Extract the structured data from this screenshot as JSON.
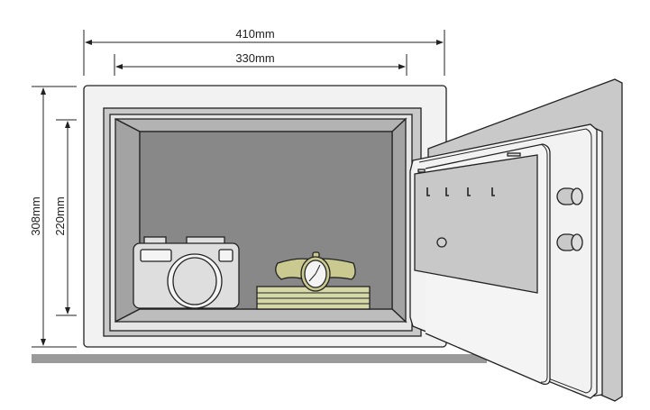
{
  "dimensions": {
    "outer_width": "410mm",
    "inner_width": "330mm",
    "outer_height": "308mm",
    "inner_height": "220mm"
  },
  "colors": {
    "body": "#f2f2f2",
    "interior": "#888888",
    "interior_side": "#a3a3a3",
    "frame": "#c9c9c9",
    "floor": "#9a9a9a",
    "door_plate": "#c8c8c8",
    "money": "#d6d8a8",
    "watch": "#c9c990"
  },
  "items": [
    "camera",
    "watch",
    "money-stack",
    "key-hooks",
    "locking-bolts"
  ]
}
